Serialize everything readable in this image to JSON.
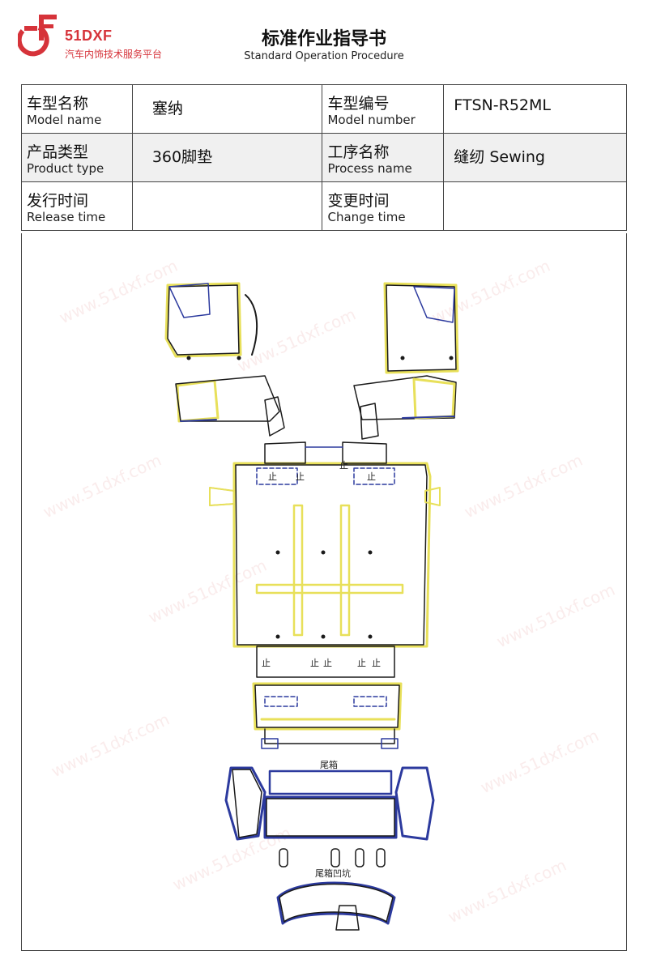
{
  "header": {
    "brand": "51DXF",
    "brand_subtitle": "汽车内饰技术服务平台",
    "title": "标准作业指导书",
    "subtitle": "Standard Operation Procedure",
    "brand_color": "#d6333a"
  },
  "info": {
    "model_name_cn": "车型名称",
    "model_name_en": "Model name",
    "model_name_value": "塞纳",
    "model_number_cn": "车型编号",
    "model_number_en": "Model number",
    "model_number_value": "FTSN-R52ML",
    "product_type_cn": "产品类型",
    "product_type_en": "Product type",
    "product_type_value": "360脚垫",
    "process_name_cn": "工序名称",
    "process_name_en": "Process name",
    "process_name_value": "缝纫 Sewing",
    "release_time_cn": "发行时间",
    "release_time_en": "Release time",
    "release_time_value": "",
    "change_time_cn": "变更时间",
    "change_time_en": "Change time",
    "change_time_value": ""
  },
  "drawing": {
    "stop_mark": "止",
    "trunk_label": "尾箱",
    "trunk_pit_label": "尾箱凹坑",
    "watermark": "www.51dxf.com",
    "colors": {
      "outline": "#1a1a1a",
      "sewing_yellow": "#e8e05a",
      "sewing_blue": "#2c3a9e"
    }
  }
}
